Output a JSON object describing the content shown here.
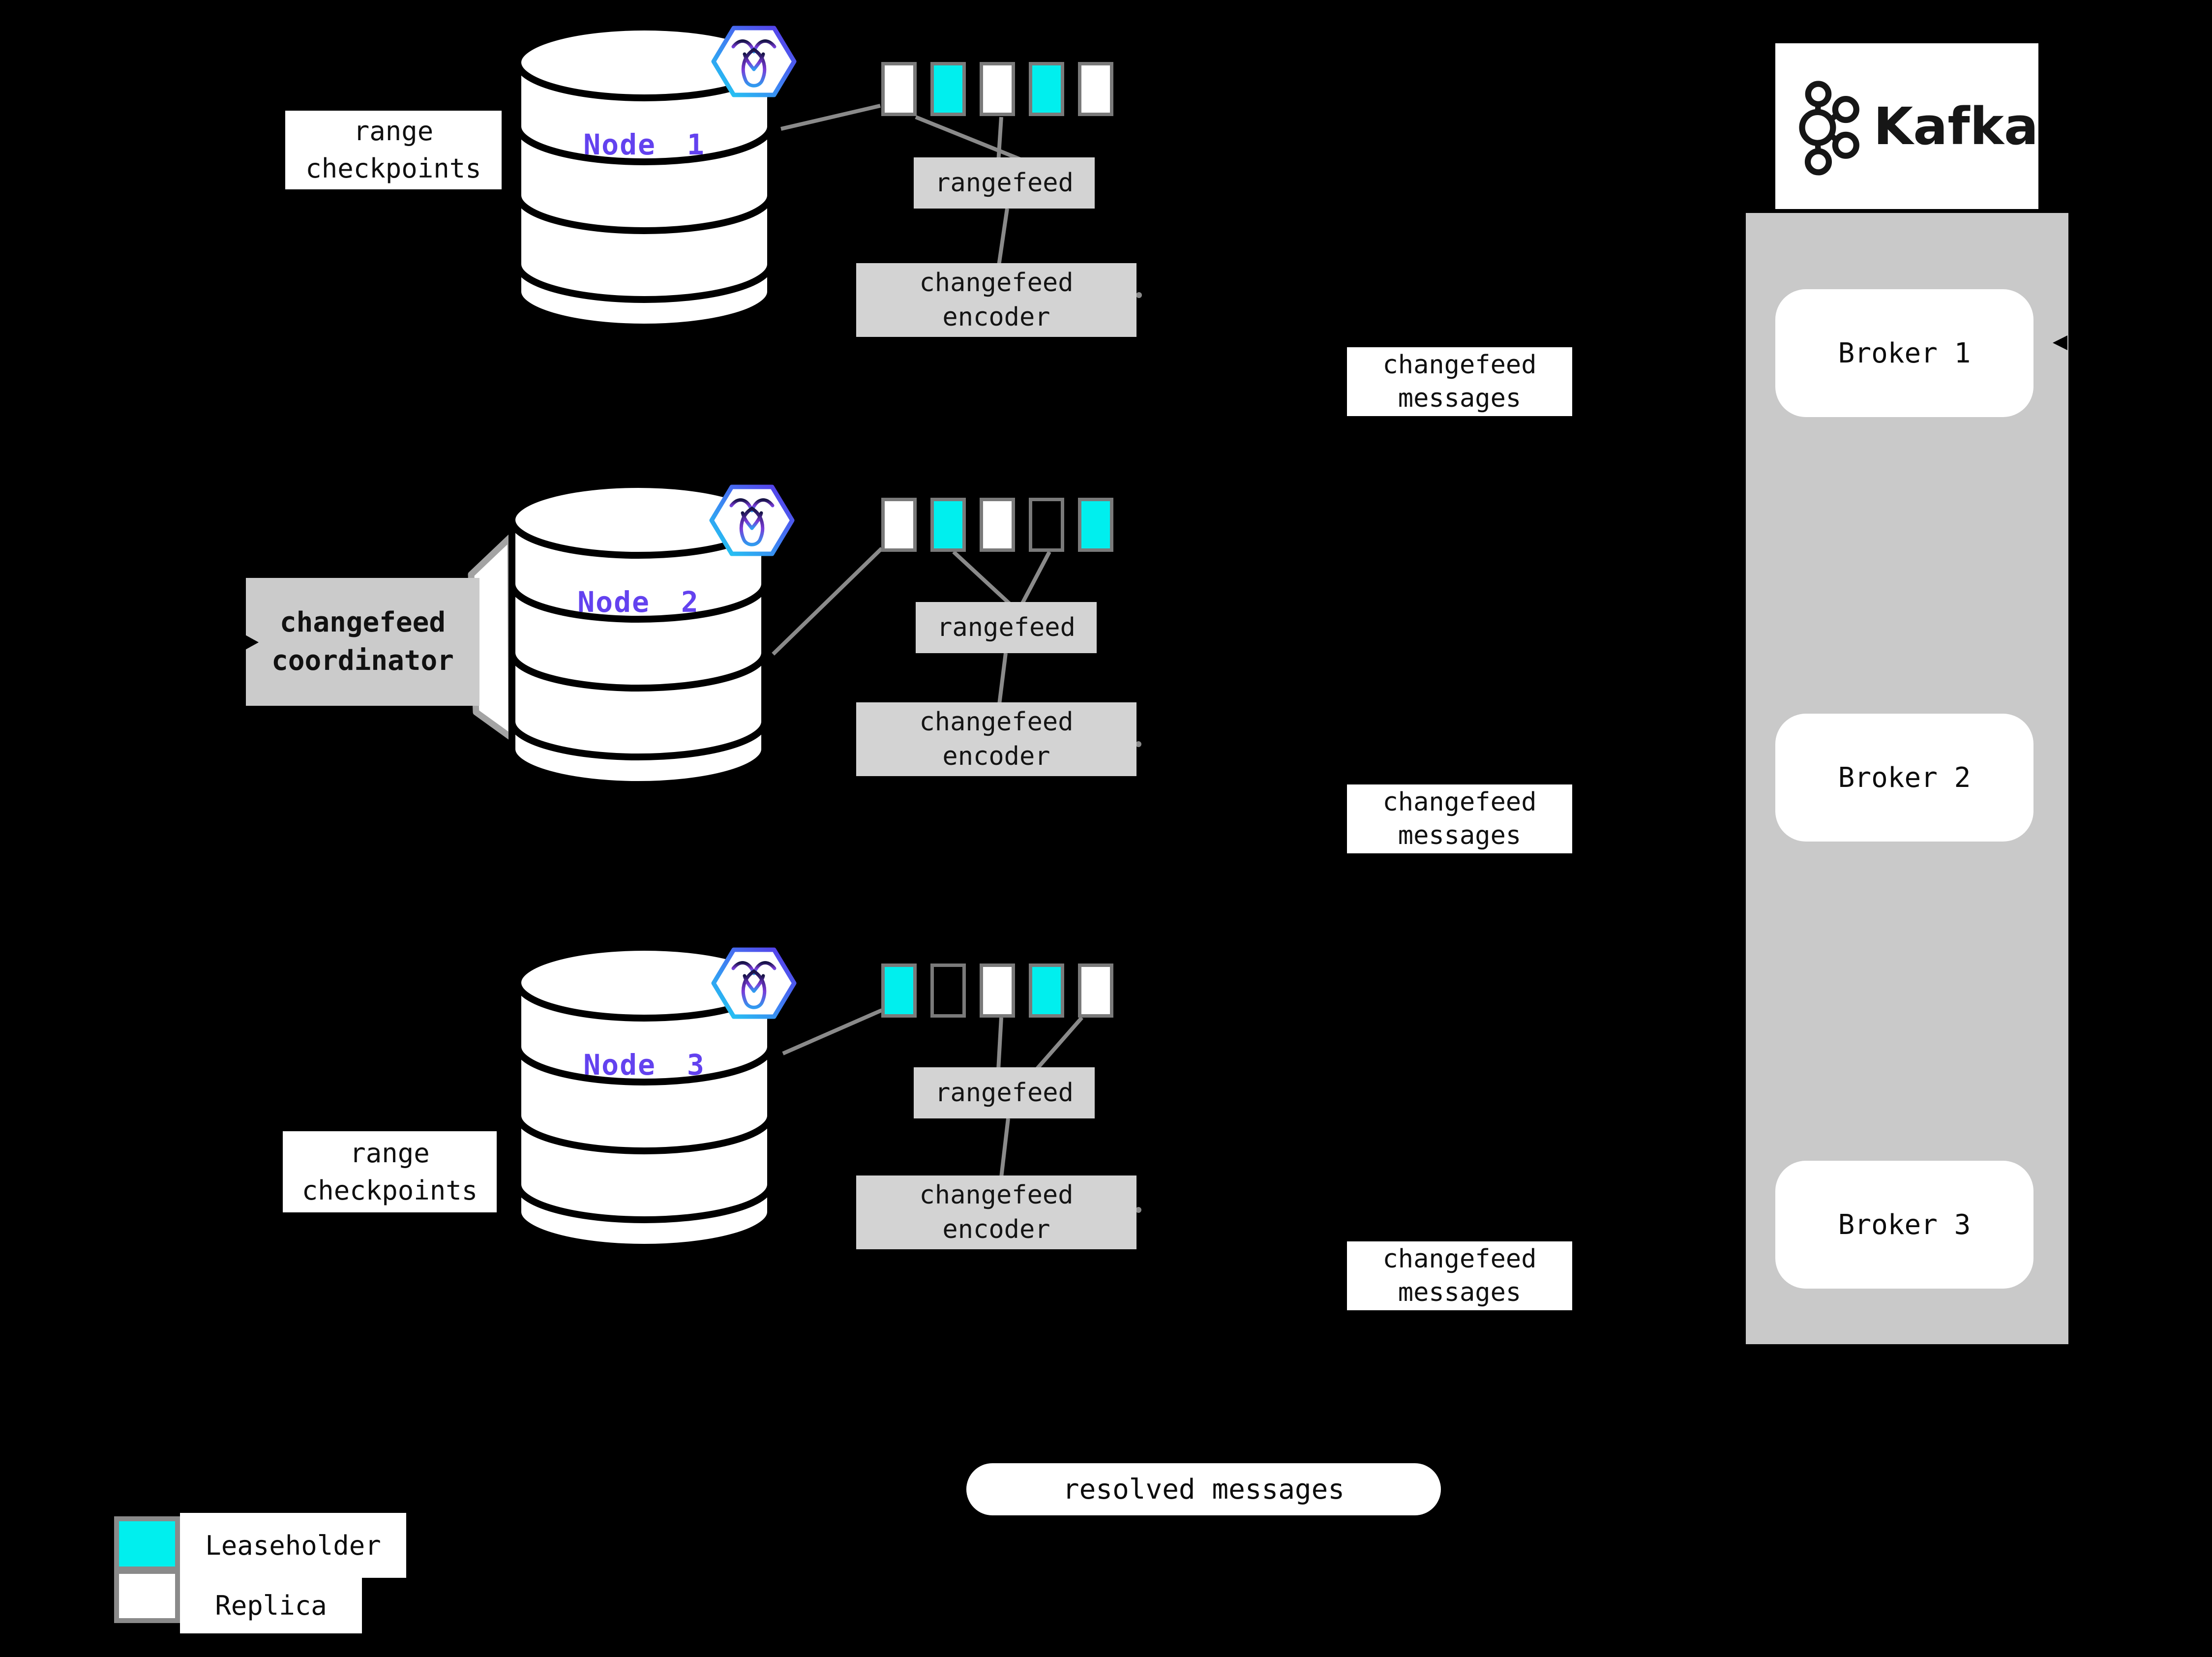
{
  "colors": {
    "leaseholder": "#00efee",
    "replica": "#ffffff",
    "node_label": "#6342ef",
    "box_gray": "#d3d3d3",
    "kafka_container_gray": "#c9c9c9",
    "background": "#000000"
  },
  "labels": {
    "range_checkpoints": "range checkpoints",
    "rangefeed": "rangefeed",
    "changefeed_encoder": "changefeed encoder",
    "changefeed_messages": "changefeed messages",
    "changefeed_coordinator": "changefeed coordinator",
    "resolved_messages": "resolved messages"
  },
  "nodes": [
    {
      "name": "Node 1",
      "ranges": [
        "replica",
        "leaseholder",
        "replica",
        "leaseholder",
        "replica"
      ]
    },
    {
      "name": "Node 2",
      "ranges": [
        "replica",
        "leaseholder",
        "replica",
        "empty",
        "leaseholder"
      ]
    },
    {
      "name": "Node 3",
      "ranges": [
        "leaseholder",
        "empty",
        "replica",
        "leaseholder",
        "replica"
      ]
    }
  ],
  "kafka": {
    "logo_text": "Kafka",
    "brokers": [
      {
        "label": "Broker 1"
      },
      {
        "label": "Broker 2"
      },
      {
        "label": "Broker 3"
      }
    ]
  },
  "legend": {
    "items": [
      {
        "label": "Leaseholder",
        "color": "#00efee"
      },
      {
        "label": "Replica",
        "color": "#ffffff"
      }
    ]
  }
}
